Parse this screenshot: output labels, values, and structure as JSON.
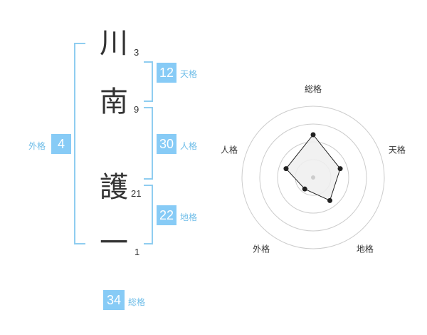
{
  "name": {
    "characters": [
      {
        "char": "川",
        "strokes": "3"
      },
      {
        "char": "南",
        "strokes": "9"
      },
      {
        "char": "護",
        "strokes": "21"
      },
      {
        "char": "一",
        "strokes": "1"
      }
    ]
  },
  "fortunes": {
    "tenkaku": {
      "value": "12",
      "label": "天格"
    },
    "jinkaku": {
      "value": "30",
      "label": "人格"
    },
    "chikaku": {
      "value": "22",
      "label": "地格"
    },
    "gaikaku": {
      "value": "4",
      "label": "外格"
    },
    "soukaku": {
      "value": "34",
      "label": "総格"
    }
  },
  "chart_data": {
    "type": "radar",
    "axes": [
      "総格",
      "天格",
      "地格",
      "外格",
      "人格"
    ],
    "values": [
      3,
      2,
      2,
      1,
      2
    ],
    "max": 5,
    "rings": 4,
    "colors": {
      "line": "#222222",
      "fill": "#eeeeee",
      "ring": "#cccccc",
      "center": "#cccccc"
    }
  }
}
